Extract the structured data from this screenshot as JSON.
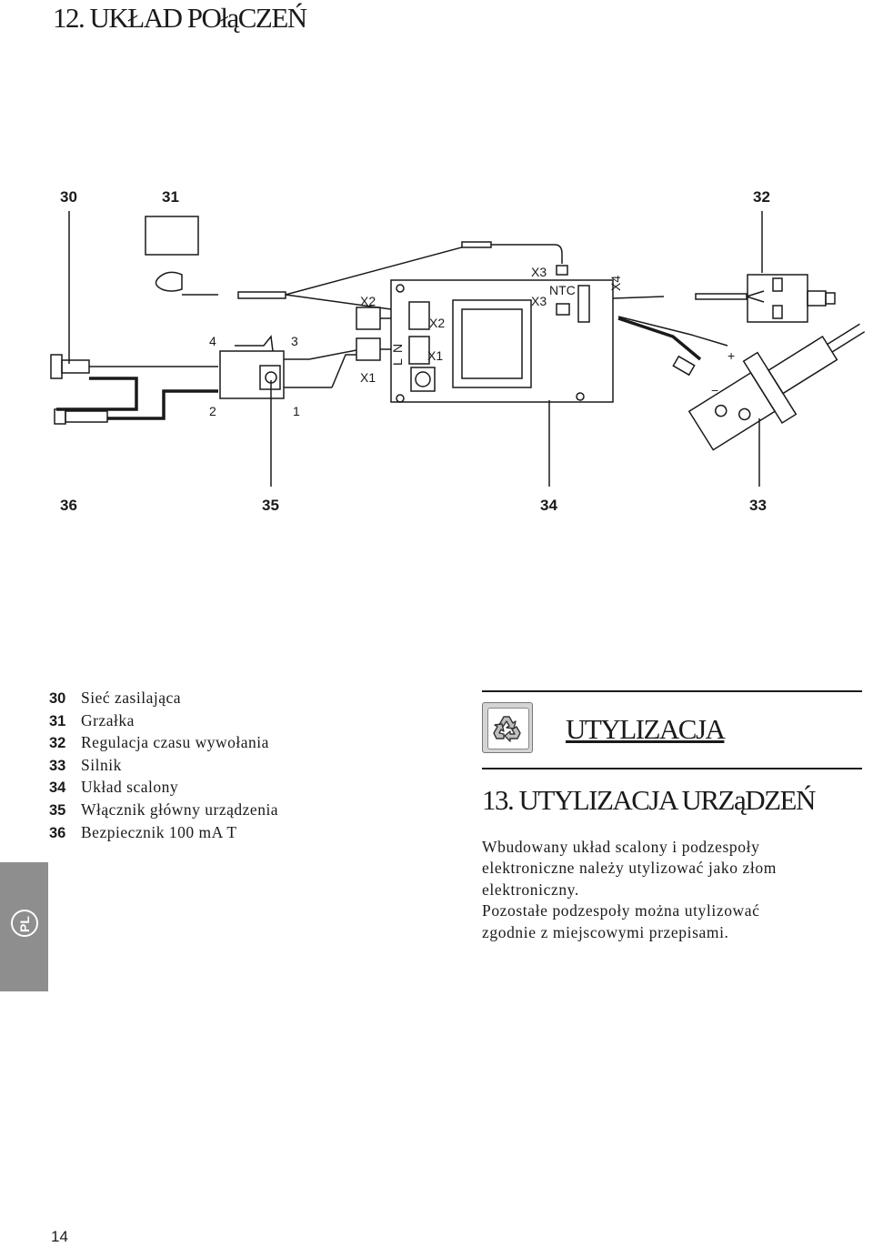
{
  "title": "12. UKŁAD POłąCZEŃ",
  "diagram": {
    "callouts": {
      "n30": "30",
      "n31": "31",
      "n32": "32",
      "n36": "36",
      "n35": "35",
      "n34": "34",
      "n33": "33"
    },
    "labels": {
      "pin4": "4",
      "pin3": "3",
      "pin2": "2",
      "pin1": "1",
      "x2_left": "X2",
      "x1_left": "X1",
      "l": "L",
      "n": "N",
      "x2_board": "X2",
      "x1_board": "X1",
      "x3_top": "X3",
      "x3_board": "X3",
      "ntc": "NTC",
      "x4": "X4",
      "plus": "+",
      "minus": "−"
    }
  },
  "legend": [
    {
      "num": "30",
      "text": "Sieć zasilająca"
    },
    {
      "num": "31",
      "text": "Grzałka"
    },
    {
      "num": "32",
      "text": "Regulacja czasu wywołania"
    },
    {
      "num": "33",
      "text": "Silnik"
    },
    {
      "num": "34",
      "text": "Układ scalony"
    },
    {
      "num": "35",
      "text": "Włącznik główny urządzenia"
    },
    {
      "num": "36",
      "text": "Bezpiecznik 100 mA T"
    }
  ],
  "utilization": {
    "heading": "UTYLIZACJA",
    "section_title": "13. UTYLIZACJA URZąDZEŃ",
    "lines": [
      "Wbudowany układ scalony i podzespoły",
      "elektroniczne należy utylizować jako złom",
      "elektroniczny.",
      "Pozostałe podzespoły można utylizować",
      "zgodnie z miejscowymi przepisami."
    ]
  },
  "language_tab": "PL",
  "page_number": "14",
  "icons": {
    "recycle": "recycle-icon"
  }
}
